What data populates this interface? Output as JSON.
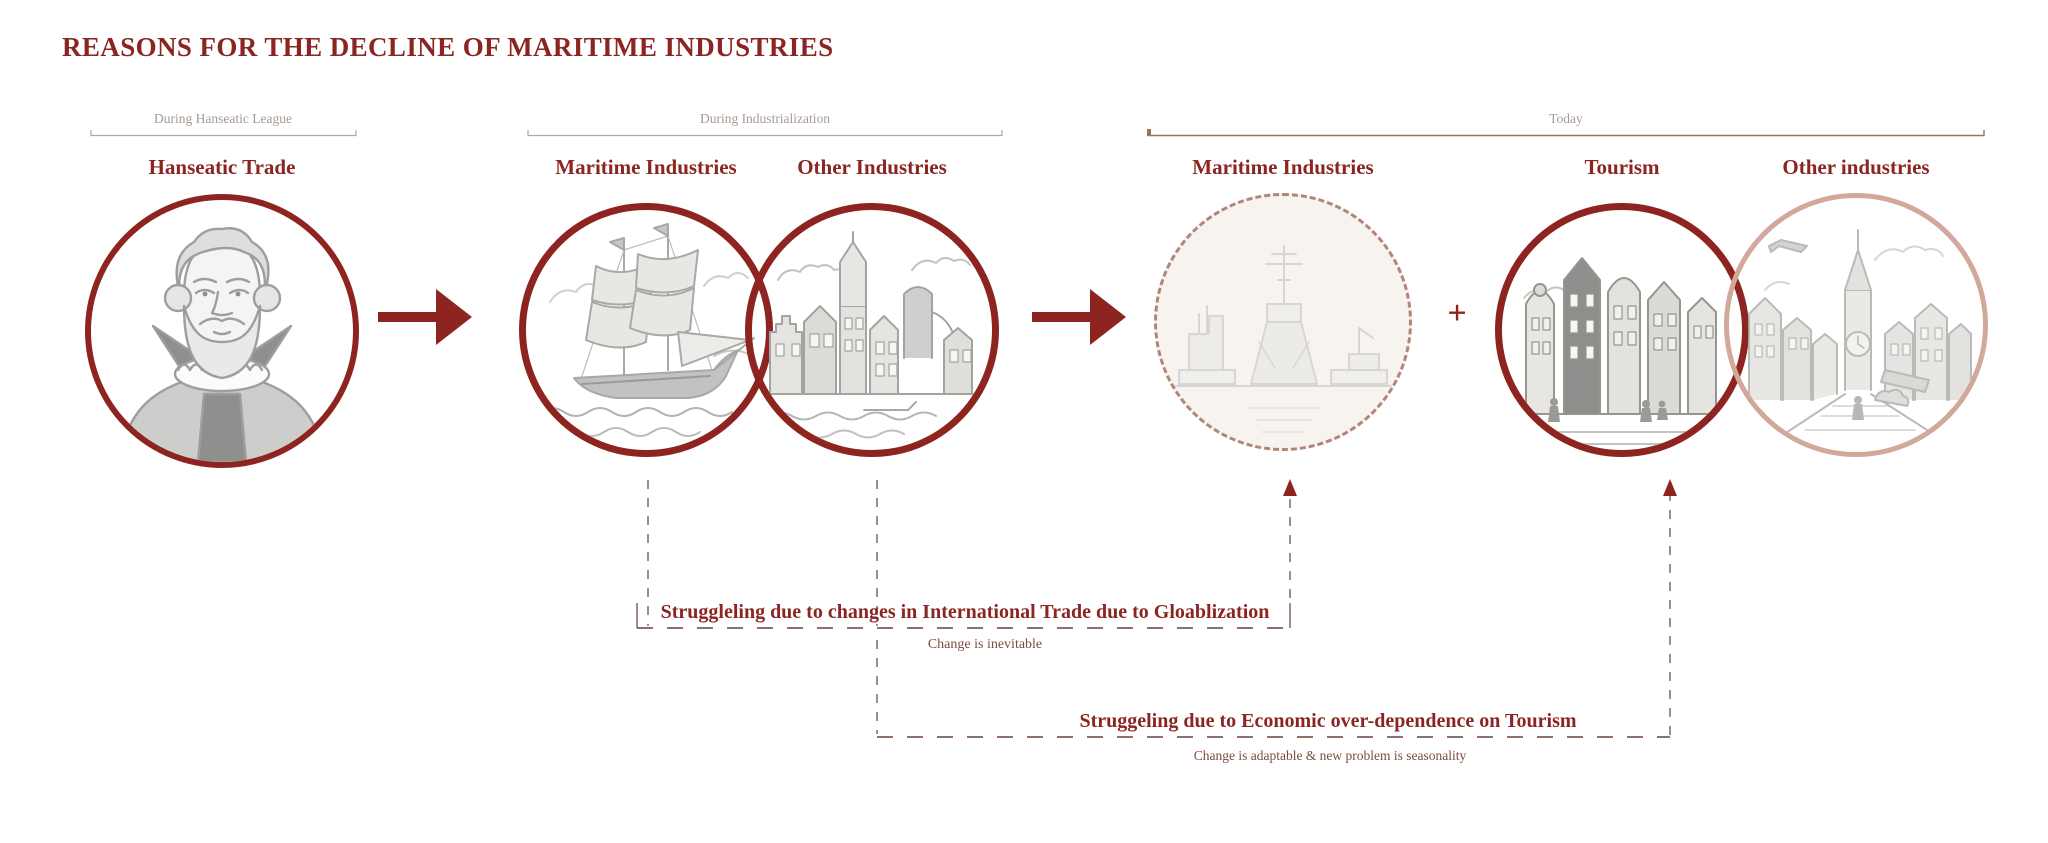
{
  "title": "REASONS FOR THE DECLINE OF MARITIME INDUSTRIES",
  "eras": [
    {
      "label": "During Hanseatic League"
    },
    {
      "label": "During Industrialization"
    },
    {
      "label": "Today"
    }
  ],
  "nodes": [
    {
      "label": "Hanseatic Trade",
      "era": "During Hanseatic League",
      "illustration": "hanseatic-merchant-portrait"
    },
    {
      "label": "Maritime Industries",
      "era": "During Industrialization",
      "illustration": "sailing-ship"
    },
    {
      "label": "Other Industries",
      "era": "During Industrialization",
      "illustration": "industrial-harbor-town"
    },
    {
      "label": "Maritime Industries",
      "era": "Today",
      "illustration": "modern-cargo-harbor-faded"
    },
    {
      "label": "Tourism",
      "era": "Today",
      "illustration": "old-town-street"
    },
    {
      "label": "Other industries",
      "era": "Today",
      "illustration": "town-clock-tower-faded"
    }
  ],
  "plus_sign": "+",
  "annotations": [
    {
      "text": "Struggleling due to changes in International Trade due to Gloablization",
      "subtext": "Change is inevitable"
    },
    {
      "text": "Struggeling due to Economic over-dependence on Tourism",
      "subtext": "Change is adaptable & new problem is seasonality"
    }
  ],
  "colors": {
    "accent_dark_red": "#8e2420",
    "title_red": "#8b2522",
    "faded_circle_border": "#b2857a",
    "pink_circle_border": "#d2a89b",
    "illustration_gray": "#a3a3a1",
    "era_label_gray": "#a79a92",
    "today_line_brown": "#9c7260",
    "connector_line": "#8d7068"
  }
}
